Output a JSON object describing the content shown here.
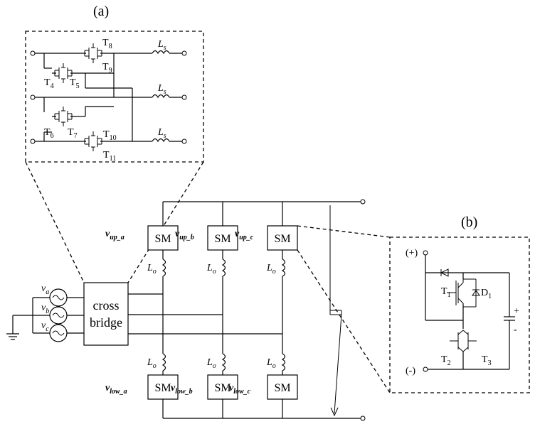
{
  "panel_labels": {
    "a": "(a)",
    "b": "(b)"
  },
  "inset_a": {
    "switches": {
      "t8": "T8",
      "t9": "T9",
      "t4": "T4",
      "t5": "T5",
      "t6": "T6",
      "t7": "T7",
      "t10": "T10",
      "t11": "T11"
    },
    "inductor_label": "Ls"
  },
  "main": {
    "cross_bridge_line1": "cross",
    "cross_bridge_line2": "bridge",
    "sources": [
      "va",
      "vb",
      "vc"
    ],
    "sm_label": "SM",
    "arm_inductor_label": "Lo",
    "upper_arms": [
      "vup_a",
      "vup_b",
      "vup_c"
    ],
    "lower_arms": [
      "vlow_a",
      "vlow_b",
      "vlow_c"
    ]
  },
  "inset_b": {
    "plus_terminal": "(+)",
    "minus_terminal": "(-)",
    "t1": "T1",
    "d1": "D1",
    "t2": "T2",
    "t3": "T3",
    "cap_plus": "+",
    "cap_minus": "-"
  }
}
